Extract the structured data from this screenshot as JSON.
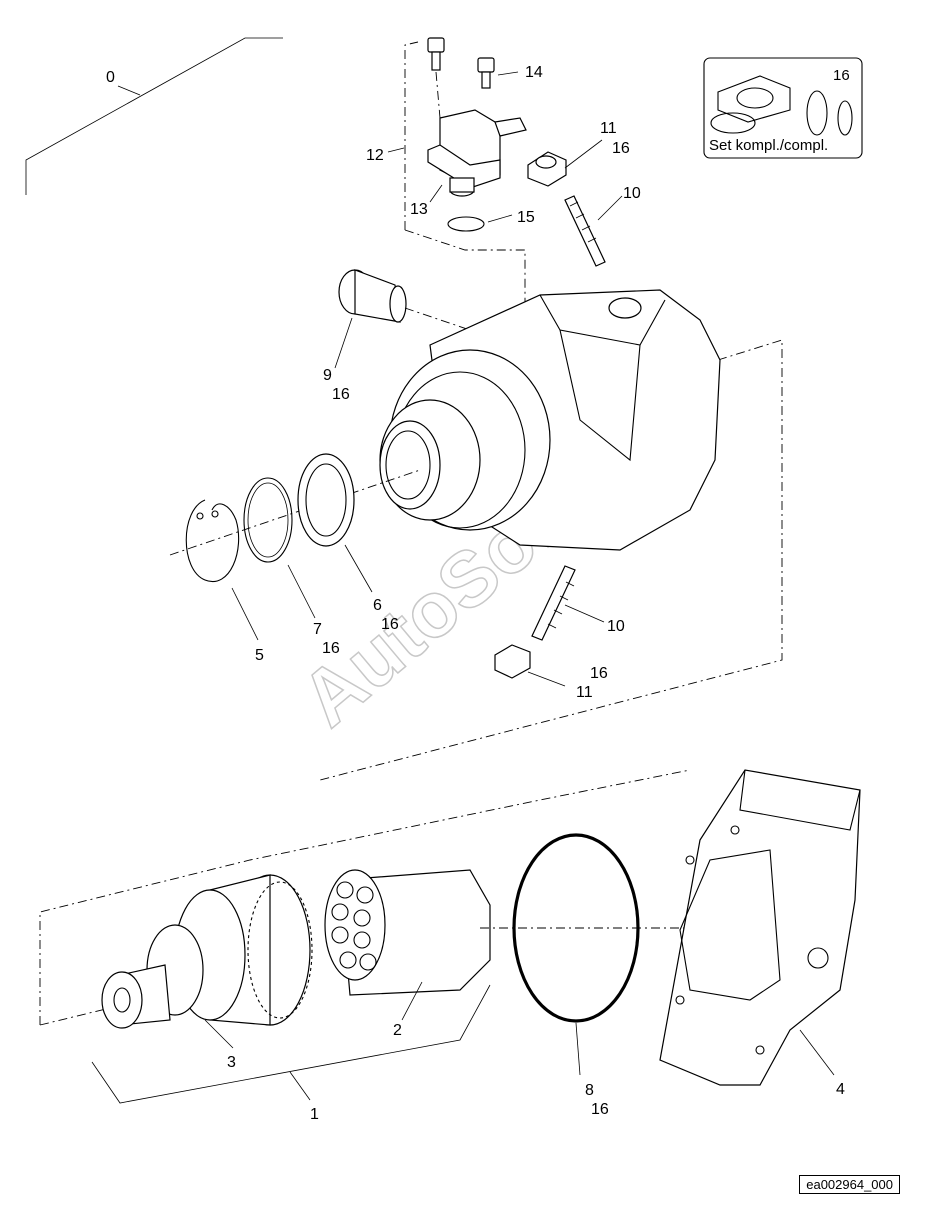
{
  "watermark": "AutoSoft",
  "reference_code": "ea002964_000",
  "kit_box": {
    "number": "16",
    "label": "Set kompl./compl."
  },
  "callouts": {
    "c0": "0",
    "c1": "1",
    "c2": "2",
    "c3": "3",
    "c4": "4",
    "c5": "5",
    "c6": "6",
    "c6b": "16",
    "c7": "7",
    "c7b": "16",
    "c8": "8",
    "c8b": "16",
    "c9": "9",
    "c9b": "16",
    "c10a": "10",
    "c10b": "10",
    "c11a": "11",
    "c11ab": "16",
    "c11b": "11",
    "c11bb": "16",
    "c12": "12",
    "c13": "13",
    "c14": "14",
    "c15": "15"
  }
}
